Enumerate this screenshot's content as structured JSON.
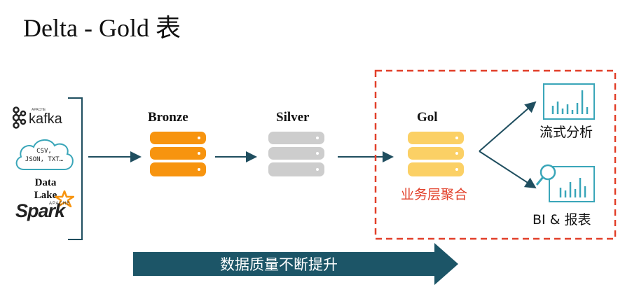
{
  "title": "Delta - Gold 表",
  "sources": {
    "kafka_small": "APACHE",
    "kafka": "kafka",
    "cloud_line1": "CSV,",
    "cloud_line2": "JSON, TXT…",
    "data_lake_line1": "Data",
    "data_lake_line2": "Lake",
    "spark_small": "APACHE",
    "spark": "Spark"
  },
  "stages": {
    "bronze": "Bronze",
    "silver": "Silver",
    "gold": "Gol"
  },
  "gold_note": "业务层聚合",
  "outputs": {
    "streaming": "流式分析",
    "bi": "BI & 报表"
  },
  "banner": "数据质量不断提升",
  "colors": {
    "bronze": "#f7940f",
    "silver": "#cdcdcd",
    "gold": "#fbd065",
    "arrow": "#1f4e5f",
    "banner": "#1c5567",
    "dashed_box": "#e2402a",
    "icon": "#3aa6b9"
  },
  "icons": {
    "kafka": "kafka-logo",
    "cloud": "cloud-icon",
    "spark": "spark-logo",
    "db": "database-icon",
    "streaming": "bar-chart-icon",
    "bi": "magnifier-chart-icon"
  }
}
